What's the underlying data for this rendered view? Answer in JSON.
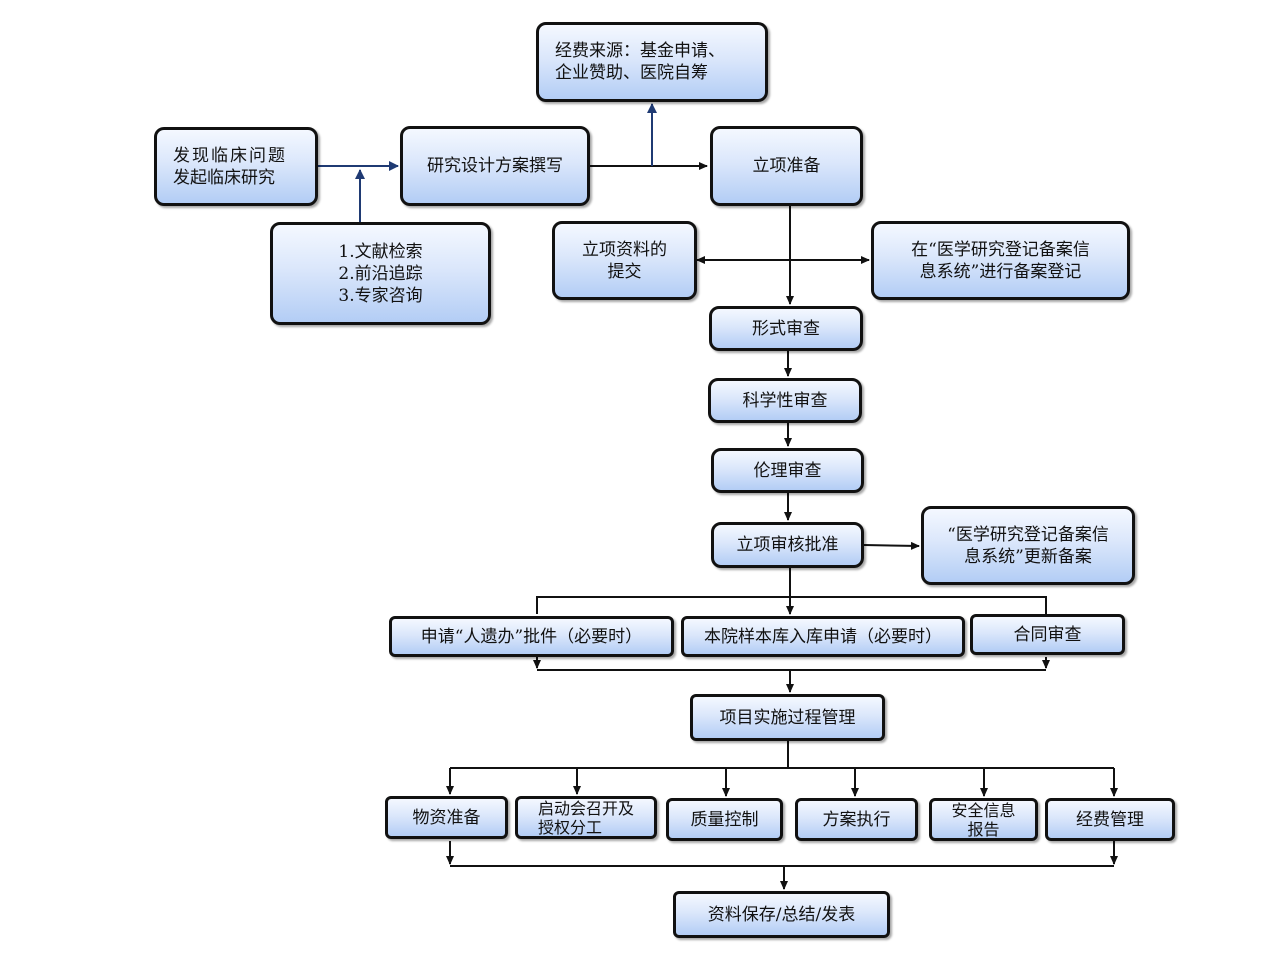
{
  "nodes": {
    "funding": {
      "lines": [
        "经费来源：基金申请、",
        "企业赞助、医院自筹"
      ]
    },
    "discover": {
      "lines": [
        "发现临床问题",
        "发起临床研究"
      ]
    },
    "design": {
      "lines": [
        "研究设计方案撰写"
      ]
    },
    "prep": {
      "lines": [
        "立项准备"
      ]
    },
    "literature": {
      "lines": [
        "1.文献检索",
        "2.前沿追踪",
        "3.专家咨询"
      ]
    },
    "submit": {
      "lines": [
        "立项资料的",
        "提交"
      ]
    },
    "register": {
      "lines": [
        "在“医学研究登记备案信",
        "息系统”进行备案登记"
      ]
    },
    "formal": {
      "lines": [
        "形式审查"
      ]
    },
    "science": {
      "lines": [
        "科学性审查"
      ]
    },
    "ethics": {
      "lines": [
        "伦理审查"
      ]
    },
    "approve": {
      "lines": [
        "立项审核批准"
      ]
    },
    "update": {
      "lines": [
        "“医学研究登记备案信",
        "息系统”更新备案"
      ]
    },
    "hgrac": {
      "lines": [
        "申请“人遗办”批件（必要时）"
      ]
    },
    "biobank": {
      "lines": [
        "本院样本库入库申请（必要时）"
      ]
    },
    "contract": {
      "lines": [
        "合同审查"
      ]
    },
    "manage": {
      "lines": [
        "项目实施过程管理"
      ]
    },
    "supplies": {
      "lines": [
        "物资准备"
      ]
    },
    "kickoff": {
      "lines": [
        "启动会召开及",
        "授权分工"
      ]
    },
    "quality": {
      "lines": [
        "质量控制"
      ]
    },
    "execute": {
      "lines": [
        "方案执行"
      ]
    },
    "safety": {
      "lines": [
        "安全信息",
        "报告"
      ]
    },
    "budget": {
      "lines": [
        "经费管理"
      ]
    },
    "archive": {
      "lines": [
        "资料保存/总结/发表"
      ]
    }
  },
  "colors": {
    "line": "#111111",
    "accent_line": "#1f3a73",
    "box_border": "#111111",
    "box_fill_top": "#f4f8ff",
    "box_fill_bottom": "#b3cdf5"
  }
}
